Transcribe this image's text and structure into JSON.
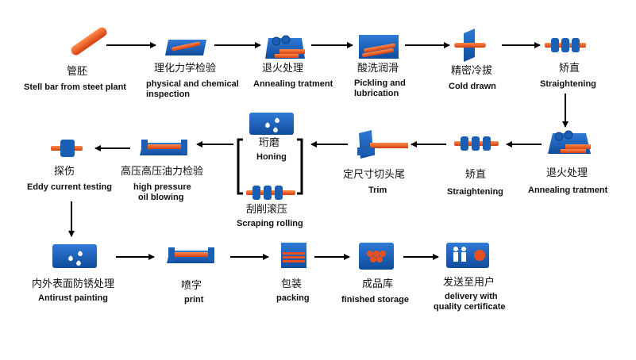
{
  "steps": [
    {
      "zh": "管胚",
      "en": "Stell bar from steet plant"
    },
    {
      "zh": "理化力学检验",
      "en1": "physical and chemical",
      "en2": "inspection"
    },
    {
      "zh": "退火处理",
      "en": "Annealing tratment"
    },
    {
      "zh": "酸洗润滑",
      "en1": "Pickling and",
      "en2": "lubrication"
    },
    {
      "zh": "精密冷拔",
      "en": "Cold drawn"
    },
    {
      "zh": "矫直",
      "en": "Straightening"
    },
    {
      "zh": "退火处理",
      "en": "Annealing tratment"
    },
    {
      "zh": "矫直",
      "en": "Straightening"
    },
    {
      "zh": "定尺寸切头尾",
      "en": "Trim"
    },
    {
      "zh": "珩磨",
      "en": "Honing"
    },
    {
      "zh": "刮削滚压",
      "en": "Scraping rolling"
    },
    {
      "zh": "高压高压油力检验",
      "en1": "high pressure",
      "en2": "oil blowing"
    },
    {
      "zh": "探伤",
      "en": "Eddy current testing"
    },
    {
      "zh": "内外表面防锈处理",
      "en": "Antirust painting"
    },
    {
      "zh": "喷字",
      "en": "print"
    },
    {
      "zh": "包装",
      "en": "packing"
    },
    {
      "zh": "成品库",
      "en": "finished storage"
    },
    {
      "zh": "发送至用户",
      "en1": "delivery with",
      "en2": "quality certificate"
    }
  ],
  "colors": {
    "icon_blue": "#1a5fb4",
    "icon_dark": "#0f3f86",
    "bar_orange": "#e8501e",
    "arrow": "#000000"
  },
  "icons": [
    "steel-bar-icon",
    "inspection-icon",
    "annealing-icon",
    "pickling-icon",
    "cold-drawn-icon",
    "straightening-icon",
    "annealing-icon",
    "straightening-icon",
    "trim-icon",
    "honing-icon",
    "scraping-rolling-icon",
    "oil-blowing-icon",
    "eddy-current-icon",
    "antirust-icon",
    "print-icon",
    "packing-icon",
    "storage-icon",
    "delivery-icon"
  ]
}
